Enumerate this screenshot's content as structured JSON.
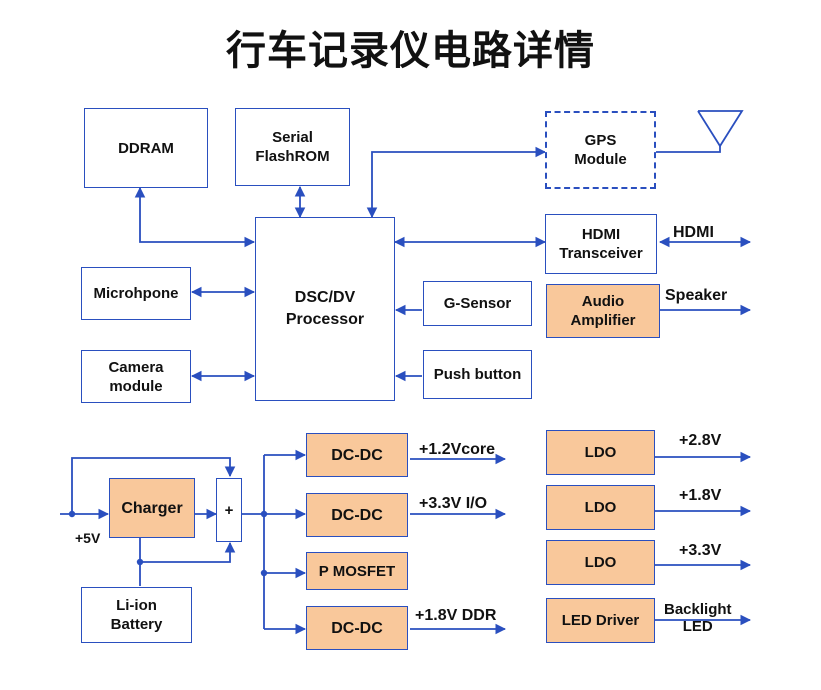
{
  "title": "行车记录仪电路详情",
  "blocks": {
    "ddram": "DDRAM",
    "flash": "Serial\nFlashROM",
    "gps": "GPS\nModule",
    "dsc": "DSC/DV\nProcessor",
    "hdmi_tx": "HDMI\nTransceiver",
    "audio": "Audio\nAmplifier",
    "mic": "Microhpone",
    "camera": "Camera\nmodule",
    "gsensor": "G-Sensor",
    "push": "Push button",
    "charger": "Charger",
    "plus": "+",
    "battery": "Li-ion\nBattery",
    "dcdc1": "DC-DC",
    "dcdc2": "DC-DC",
    "pmosfet": "P MOSFET",
    "dcdc3": "DC-DC",
    "ldo1": "LDO",
    "ldo2": "LDO",
    "ldo3": "LDO",
    "led": "LED Driver"
  },
  "labels": {
    "hdmi": "HDMI",
    "speaker": "Speaker",
    "v5": "+5V",
    "v12core": "+1.2Vcore",
    "v33io": "+3.3V I/O",
    "v18ddr": "+1.8V DDR",
    "v28": "+2.8V",
    "v18": "+1.8V",
    "v33": "+3.3V",
    "backlight": "Backlight\nLED"
  },
  "colors": {
    "line": "#2a4fbf",
    "fill_orange": "#f9c89b"
  }
}
